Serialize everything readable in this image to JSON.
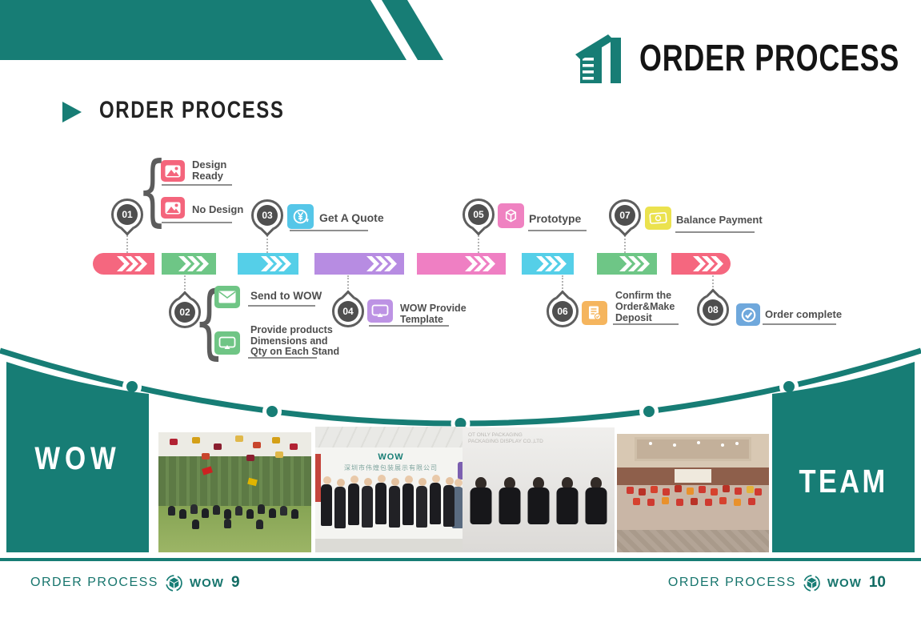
{
  "colors": {
    "accent_teal": "#177d75",
    "title_black": "#141414",
    "label_gray": "#4e4e4e",
    "pin_gray": "#4f4f4f",
    "underline_gray": "#8f8f8f"
  },
  "header": {
    "title": "ORDER PROCESS"
  },
  "section": {
    "heading": "ORDER PROCESS"
  },
  "timeline": {
    "brace_glyph": "{",
    "segment_colors": [
      "#f5677f",
      "#6ec686",
      "#55cfe8",
      "#b78ce2",
      "#ef7fc3",
      "#55cfe8",
      "#6ec686",
      "#f5677f"
    ],
    "steps": [
      {
        "num": "01",
        "items": [
          {
            "icon": "image-icon",
            "color": "#f4657c",
            "lines": [
              "Design",
              "Ready"
            ]
          },
          {
            "icon": "image-icon",
            "color": "#f4657c",
            "lines": [
              "No Design"
            ]
          }
        ]
      },
      {
        "num": "02",
        "items": [
          {
            "icon": "envelope-icon",
            "color": "#6fc585",
            "lines": [
              "Send to WOW"
            ]
          },
          {
            "icon": "monitor-icon",
            "color": "#6fc585",
            "lines": [
              "Provide products",
              "Dimensions and",
              "Qty on Each Stand"
            ]
          }
        ]
      },
      {
        "num": "03",
        "items": [
          {
            "icon": "yen-refresh-icon",
            "color": "#55c6e8",
            "lines": [
              "Get A Quote"
            ]
          }
        ]
      },
      {
        "num": "04",
        "items": [
          {
            "icon": "monitor-icon",
            "color": "#bd93e4",
            "lines": [
              "WOW Provide",
              "Template"
            ]
          }
        ]
      },
      {
        "num": "05",
        "items": [
          {
            "icon": "package-icon",
            "color": "#ef82c1",
            "lines": [
              "Prototype"
            ]
          }
        ]
      },
      {
        "num": "06",
        "items": [
          {
            "icon": "document-check-icon",
            "color": "#f5b55e",
            "lines": [
              "Confirm the",
              "Order&Make",
              "Deposit"
            ]
          }
        ]
      },
      {
        "num": "07",
        "items": [
          {
            "icon": "banknote-icon",
            "color": "#ebe24e",
            "lines": [
              "Balance Payment"
            ]
          }
        ]
      },
      {
        "num": "08",
        "items": [
          {
            "icon": "check-circle-icon",
            "color": "#6fa8dc",
            "lines": [
              "Order complete"
            ]
          }
        ]
      }
    ]
  },
  "team_band": {
    "left_label": "WOW",
    "right_label": "TEAM",
    "photo2_wall_brand": "WOW",
    "photo2_wall_text": "深圳市伟煌包装展示有限公司",
    "photo3_corner_line1": "OT ONLY PACKAGING",
    "photo3_corner_line2": "PACKAGING DISPLAY CO.,LTD"
  },
  "footer": {
    "left": {
      "label": "ORDER PROCESS",
      "brand": "WOW",
      "page": "9"
    },
    "right": {
      "label": "ORDER PROCESS",
      "brand": "WOW",
      "page": "10"
    }
  }
}
